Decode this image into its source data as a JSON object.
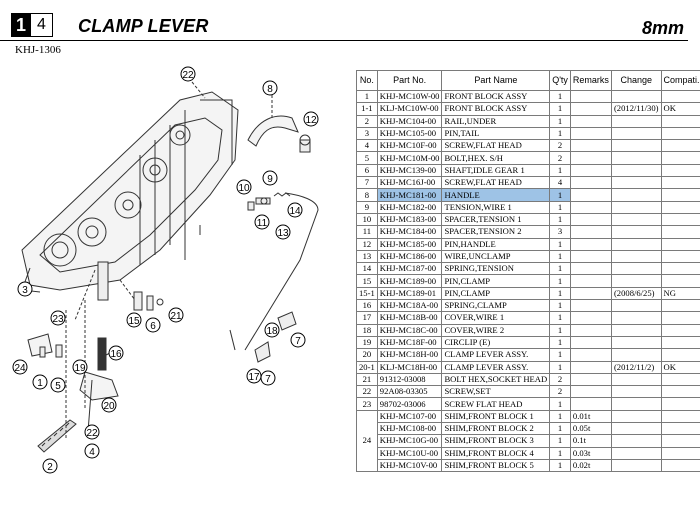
{
  "header": {
    "page_major": "1",
    "page_minor": "4",
    "title": "CLAMP LEVER",
    "size": "8mm",
    "code": "KHJ-1306"
  },
  "diagram_labels": [
    "22",
    "8",
    "12",
    "9",
    "10",
    "14",
    "11",
    "13",
    "3",
    "23",
    "15",
    "6",
    "21",
    "18",
    "7",
    "24",
    "1",
    "5",
    "16",
    "19",
    "20",
    "17",
    "7",
    "22",
    "4",
    "2"
  ],
  "table": {
    "headers": [
      "No.",
      "Part No.",
      "Part Name",
      "Q'ty",
      "Remarks",
      "Change",
      "Compati."
    ],
    "rows": [
      {
        "no": "1",
        "part": "KHJ-MC10W-00",
        "name": "FRONT BLOCK ASSY",
        "qty": "1",
        "remarks": "",
        "change": "",
        "compat": ""
      },
      {
        "no": "1-1",
        "part": "KLJ-MC10W-00",
        "name": "FRONT BLOCK ASSY",
        "qty": "1",
        "remarks": "",
        "change": "(2012/11/30)",
        "compat": "OK"
      },
      {
        "no": "2",
        "part": "KHJ-MC104-00",
        "name": "RAIL,UNDER",
        "qty": "1",
        "remarks": "",
        "change": "",
        "compat": ""
      },
      {
        "no": "3",
        "part": "KHJ-MC105-00",
        "name": "PIN,TAIL",
        "qty": "1",
        "remarks": "",
        "change": "",
        "compat": ""
      },
      {
        "no": "4",
        "part": "KHJ-MC10F-00",
        "name": "SCREW,FLAT HEAD",
        "qty": "2",
        "remarks": "",
        "change": "",
        "compat": ""
      },
      {
        "no": "5",
        "part": "KHJ-MC10M-00",
        "name": "BOLT,HEX. S/H",
        "qty": "2",
        "remarks": "",
        "change": "",
        "compat": ""
      },
      {
        "no": "6",
        "part": "KHJ-MC139-00",
        "name": "SHAFT,IDLE GEAR 1",
        "qty": "1",
        "remarks": "",
        "change": "",
        "compat": ""
      },
      {
        "no": "7",
        "part": "KHJ-MC16J-00",
        "name": "SCREW,FLAT HEAD",
        "qty": "4",
        "remarks": "",
        "change": "",
        "compat": ""
      },
      {
        "no": "8",
        "part": "KHJ-MC181-00",
        "name": "HANDLE",
        "qty": "1",
        "remarks": "",
        "change": "",
        "compat": "",
        "highlight": true
      },
      {
        "no": "9",
        "part": "KHJ-MC182-00",
        "name": "TENSION,WIRE 1",
        "qty": "1",
        "remarks": "",
        "change": "",
        "compat": ""
      },
      {
        "no": "10",
        "part": "KHJ-MC183-00",
        "name": "SPACER,TENSION 1",
        "qty": "1",
        "remarks": "",
        "change": "",
        "compat": ""
      },
      {
        "no": "11",
        "part": "KHJ-MC184-00",
        "name": "SPACER,TENSION 2",
        "qty": "3",
        "remarks": "",
        "change": "",
        "compat": ""
      },
      {
        "no": "12",
        "part": "KHJ-MC185-00",
        "name": "PIN,HANDLE",
        "qty": "1",
        "remarks": "",
        "change": "",
        "compat": ""
      },
      {
        "no": "13",
        "part": "KHJ-MC186-00",
        "name": "WIRE,UNCLAMP",
        "qty": "1",
        "remarks": "",
        "change": "",
        "compat": ""
      },
      {
        "no": "14",
        "part": "KHJ-MC187-00",
        "name": "SPRING,TENSION",
        "qty": "1",
        "remarks": "",
        "change": "",
        "compat": ""
      },
      {
        "no": "15",
        "part": "KHJ-MC189-00",
        "name": "PIN,CLAMP",
        "qty": "1",
        "remarks": "",
        "change": "",
        "compat": ""
      },
      {
        "no": "15-1",
        "part": "KHJ-MC189-01",
        "name": "PIN,CLAMP",
        "qty": "1",
        "remarks": "",
        "change": "(2008/6/25)",
        "compat": "NG"
      },
      {
        "no": "16",
        "part": "KHJ-MC18A-00",
        "name": "SPRING,CLAMP",
        "qty": "1",
        "remarks": "",
        "change": "",
        "compat": ""
      },
      {
        "no": "17",
        "part": "KHJ-MC18B-00",
        "name": "COVER,WIRE 1",
        "qty": "1",
        "remarks": "",
        "change": "",
        "compat": ""
      },
      {
        "no": "18",
        "part": "KHJ-MC18C-00",
        "name": "COVER,WIRE 2",
        "qty": "1",
        "remarks": "",
        "change": "",
        "compat": ""
      },
      {
        "no": "19",
        "part": "KHJ-MC18F-00",
        "name": "CIRCLIP (E)",
        "qty": "1",
        "remarks": "",
        "change": "",
        "compat": ""
      },
      {
        "no": "20",
        "part": "KHJ-MC18H-00",
        "name": "CLAMP LEVER ASSY.",
        "qty": "1",
        "remarks": "",
        "change": "",
        "compat": ""
      },
      {
        "no": "20-1",
        "part": "KLJ-MC18H-00",
        "name": "CLAMP LEVER ASSY.",
        "qty": "1",
        "remarks": "",
        "change": "(2012/11/2)",
        "compat": "OK"
      },
      {
        "no": "21",
        "part": "91312-03008",
        "name": "BOLT HEX,SOCKET HEAD",
        "qty": "2",
        "remarks": "",
        "change": "",
        "compat": ""
      },
      {
        "no": "22",
        "part": "92A08-03305",
        "name": "SCREW,SET",
        "qty": "2",
        "remarks": "",
        "change": "",
        "compat": ""
      },
      {
        "no": "23",
        "part": "98702-03006",
        "name": "SCREW FLAT HEAD",
        "qty": "1",
        "remarks": "",
        "change": "",
        "compat": ""
      }
    ],
    "group24": {
      "no": "24",
      "rows": [
        {
          "part": "KHJ-MC107-00",
          "name": "SHIM,FRONT BLOCK 1",
          "qty": "1",
          "remarks": "0.01t"
        },
        {
          "part": "KHJ-MC108-00",
          "name": "SHIM,FRONT BLOCK 2",
          "qty": "1",
          "remarks": "0.05t"
        },
        {
          "part": "KHJ-MC10G-00",
          "name": "SHIM,FRONT BLOCK 3",
          "qty": "1",
          "remarks": "0.1t"
        },
        {
          "part": "KHJ-MC10U-00",
          "name": "SHIM,FRONT BLOCK 4",
          "qty": "1",
          "remarks": "0.03t"
        },
        {
          "part": "KHJ-MC10V-00",
          "name": "SHIM,FRONT BLOCK 5",
          "qty": "1",
          "remarks": "0.02t"
        }
      ]
    }
  }
}
